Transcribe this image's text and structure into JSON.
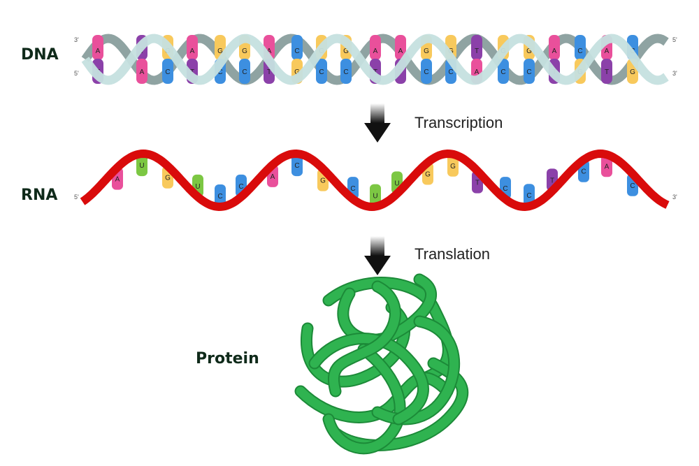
{
  "labels": {
    "dna": "DNA",
    "rna": "RNA",
    "protein": "Protein"
  },
  "steps": {
    "transcription": "Transcription",
    "translation": "Translation"
  },
  "dna": {
    "left_top_end": "3'",
    "left_bottom_end": "5'",
    "right_top_end": "5'",
    "right_bottom_end": "3'",
    "top_strand": [
      "A",
      "T",
      "G",
      "A",
      "G",
      "G",
      "A",
      "C",
      "G",
      "G",
      "A",
      "A",
      "G",
      "G",
      "T",
      "G",
      "G",
      "A",
      "C",
      "A",
      "C"
    ],
    "bottom_strand": [
      "T",
      "A",
      "C",
      "T",
      "C",
      "C",
      "T",
      "G",
      "C",
      "C",
      "T",
      "T",
      "C",
      "C",
      "A",
      "C",
      "C",
      "T",
      "G",
      "T",
      "G"
    ]
  },
  "rna": {
    "left_end": "5'",
    "right_end": "3'",
    "strand": [
      "A",
      "U",
      "G",
      "U",
      "C",
      "C",
      "A",
      "C",
      "G",
      "C",
      "U",
      "U",
      "G",
      "G",
      "T",
      "C",
      "C",
      "T",
      "C",
      "A",
      "C"
    ]
  },
  "colors": {
    "A": "#e9509b",
    "T": "#8b41a9",
    "G": "#f8c95c",
    "C": "#3d8fe0",
    "U": "#7cc743",
    "rna_ribbon": "#d90b0b",
    "protein": "#2fb350",
    "dna_strand_light": "#c5e0df",
    "dna_strand_dark": "#8fa3a2"
  }
}
